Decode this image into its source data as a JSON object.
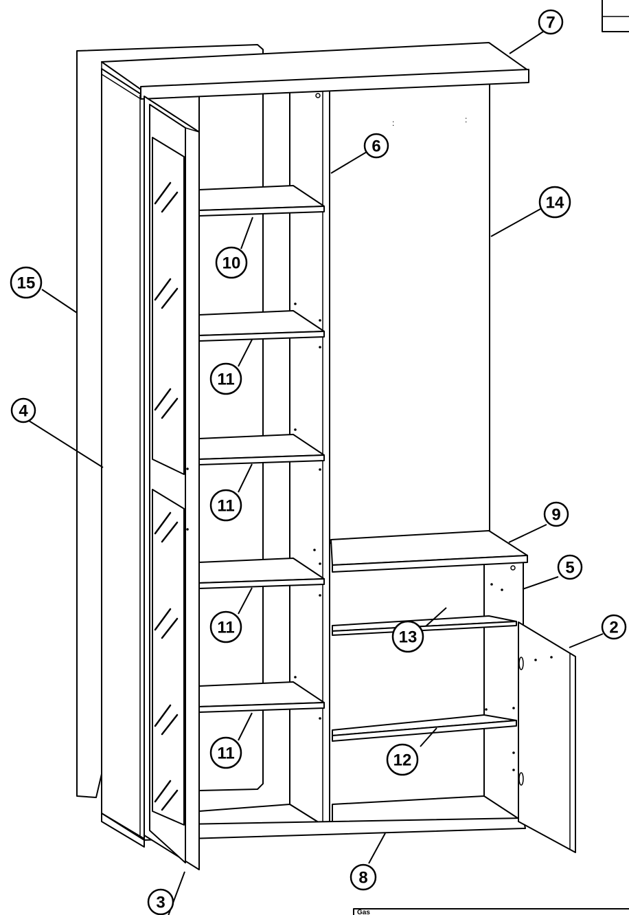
{
  "diagram": {
    "type": "exploded-furniture-assembly",
    "callouts": [
      {
        "id": "p7",
        "label": "7"
      },
      {
        "id": "p6",
        "label": "6"
      },
      {
        "id": "p14",
        "label": "14"
      },
      {
        "id": "p10",
        "label": "10"
      },
      {
        "id": "p15",
        "label": "15"
      },
      {
        "id": "p11a",
        "label": "11"
      },
      {
        "id": "p4",
        "label": "4"
      },
      {
        "id": "p11b",
        "label": "11"
      },
      {
        "id": "p9",
        "label": "9"
      },
      {
        "id": "p5",
        "label": "5"
      },
      {
        "id": "p11c",
        "label": "11"
      },
      {
        "id": "p2",
        "label": "2"
      },
      {
        "id": "p13",
        "label": "13"
      },
      {
        "id": "p11d",
        "label": "11"
      },
      {
        "id": "p12",
        "label": "12"
      },
      {
        "id": "p8",
        "label": "8"
      },
      {
        "id": "p3",
        "label": "3"
      }
    ],
    "title_block_text": "Gas"
  }
}
